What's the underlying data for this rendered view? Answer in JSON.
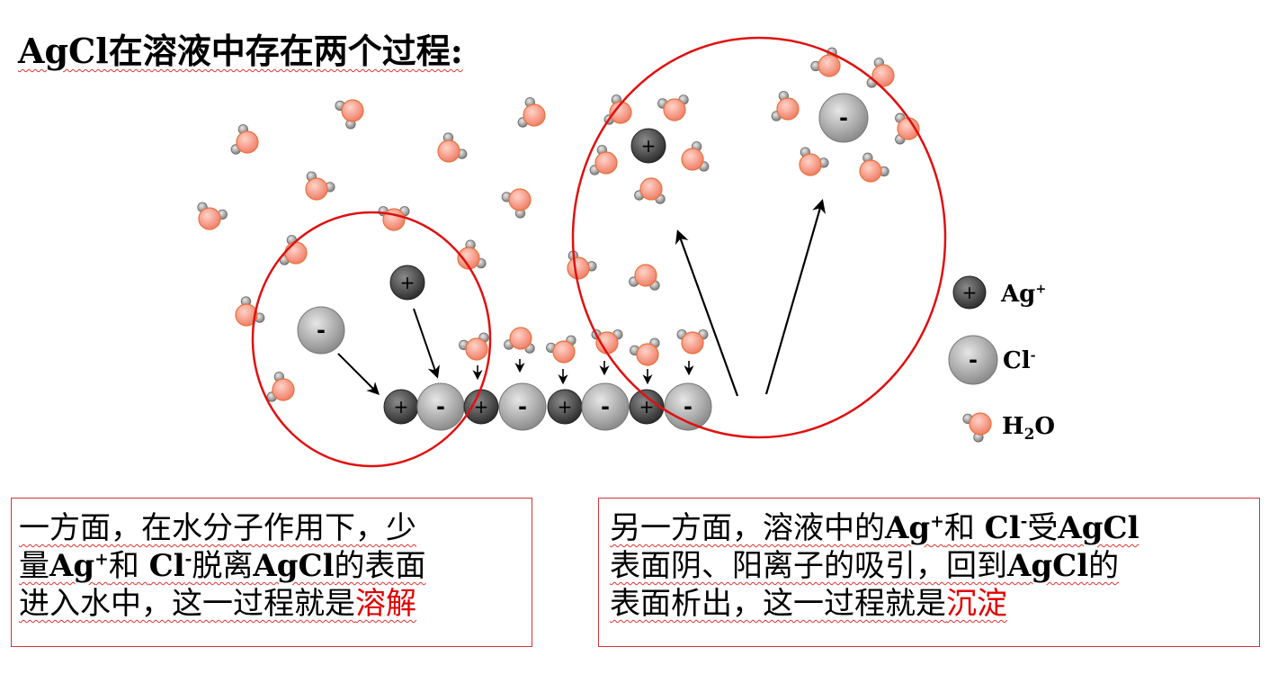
{
  "title": "AgCl在溶液中存在两个过程:",
  "ion_signs": {
    "ag_plus": "+",
    "cl_minus": "-"
  },
  "legend": {
    "ag": {
      "label": "Ag",
      "sup": "+"
    },
    "cl": {
      "label": "Cl",
      "sup": "-"
    },
    "h2o": {
      "label_a": "H",
      "label_sub": "2",
      "label_b": "O"
    }
  },
  "left_box": {
    "line1": "一方面，在水分子作用下，少",
    "line2_a": "量",
    "line2_b": "Ag",
    "line2_c": "+",
    "line2_d": "和 ",
    "line2_e": "Cl",
    "line2_f": "-",
    "line2_g": "脱离",
    "line2_h": "AgCl",
    "line2_i": "的表面",
    "line3_a": "进入水中，这一过程就是",
    "line3_hl": "溶解"
  },
  "right_box": {
    "line1_a": "另一方面，溶液中的",
    "line1_b": "Ag",
    "line1_c": "+",
    "line1_d": "和 ",
    "line1_e": "Cl",
    "line1_f": "-",
    "line1_g": "受",
    "line1_h": "AgCl",
    "line2_a": "表面阴、阳离子的吸引，回到",
    "line2_b": "AgCl",
    "line2_c": "的",
    "line3_a": "表面析出，这一过程就是",
    "line3_hl": "沉淀"
  },
  "colors": {
    "circle_outline": "#e01010",
    "box_border": "#d0343a",
    "highlight": "#e00000",
    "ag_fill": "#4a4a4a",
    "cl_fill": "#b8b8b8",
    "water_o": "#f4a08f",
    "water_h": "#9a9a9a"
  }
}
